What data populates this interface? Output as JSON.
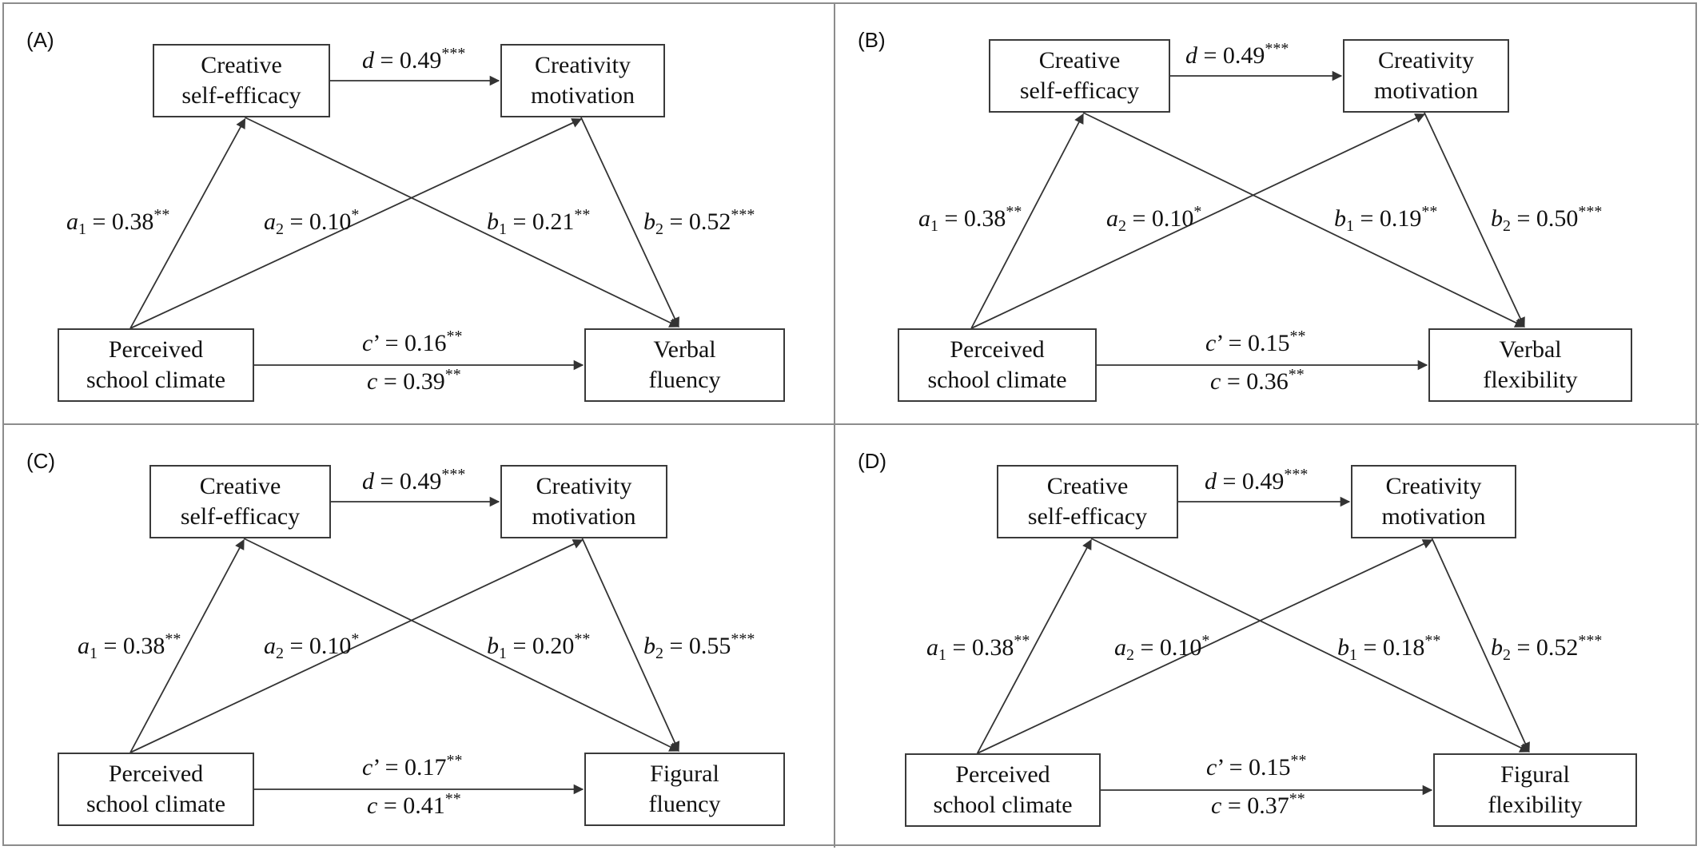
{
  "panels": [
    {
      "label": "(A)",
      "nodes": {
        "self_efficacy": [
          "Creative",
          "self-efficacy"
        ],
        "motivation": [
          "Creativity",
          "motivation"
        ],
        "climate": [
          "Perceived",
          "school climate"
        ],
        "outcome": [
          "Verbal",
          "fluency"
        ]
      },
      "paths": {
        "d": {
          "sym": "d",
          "sub": "",
          "eq": " = ",
          "value": "0.49",
          "stars": "***"
        },
        "a1": {
          "sym": "a",
          "sub": "1",
          "eq": " = ",
          "value": "0.38",
          "stars": "**"
        },
        "a2": {
          "sym": "a",
          "sub": "2",
          "eq": " = ",
          "value": "0.10",
          "stars": "*"
        },
        "b1": {
          "sym": "b",
          "sub": "1",
          "eq": " = ",
          "value": "0.21",
          "stars": "**"
        },
        "b2": {
          "sym": "b",
          "sub": "2",
          "eq": " = ",
          "value": "0.52",
          "stars": "***"
        },
        "cp": {
          "sym": "c",
          "sub": "",
          "eq": "’ = ",
          "value": "0.16",
          "stars": "**"
        },
        "c": {
          "sym": "c",
          "sub": "",
          "eq": " = ",
          "value": "0.39",
          "stars": "**"
        }
      }
    },
    {
      "label": "(B)",
      "nodes": {
        "self_efficacy": [
          "Creative",
          "self-efficacy"
        ],
        "motivation": [
          "Creativity",
          "motivation"
        ],
        "climate": [
          "Perceived",
          "school climate"
        ],
        "outcome": [
          "Verbal",
          "flexibility"
        ]
      },
      "paths": {
        "d": {
          "sym": "d",
          "sub": "",
          "eq": " = ",
          "value": "0.49",
          "stars": "***"
        },
        "a1": {
          "sym": "a",
          "sub": "1",
          "eq": " = ",
          "value": "0.38",
          "stars": "**"
        },
        "a2": {
          "sym": "a",
          "sub": "2",
          "eq": " = ",
          "value": "0.10",
          "stars": "*"
        },
        "b1": {
          "sym": "b",
          "sub": "1",
          "eq": " = ",
          "value": "0.19",
          "stars": "**"
        },
        "b2": {
          "sym": "b",
          "sub": "2",
          "eq": " = ",
          "value": "0.50",
          "stars": "***"
        },
        "cp": {
          "sym": "c",
          "sub": "",
          "eq": "’ = ",
          "value": "0.15",
          "stars": "**"
        },
        "c": {
          "sym": "c",
          "sub": "",
          "eq": " = ",
          "value": "0.36",
          "stars": "**"
        }
      }
    },
    {
      "label": "(C)",
      "nodes": {
        "self_efficacy": [
          "Creative",
          "self-efficacy"
        ],
        "motivation": [
          "Creativity",
          "motivation"
        ],
        "climate": [
          "Perceived",
          "school climate"
        ],
        "outcome": [
          "Figural",
          "fluency"
        ]
      },
      "paths": {
        "d": {
          "sym": "d",
          "sub": "",
          "eq": " = ",
          "value": "0.49",
          "stars": "***"
        },
        "a1": {
          "sym": "a",
          "sub": "1",
          "eq": " = ",
          "value": "0.38",
          "stars": "**"
        },
        "a2": {
          "sym": "a",
          "sub": "2",
          "eq": " = ",
          "value": "0.10",
          "stars": "*"
        },
        "b1": {
          "sym": "b",
          "sub": "1",
          "eq": " = ",
          "value": "0.20",
          "stars": "**"
        },
        "b2": {
          "sym": "b",
          "sub": "2",
          "eq": " = ",
          "value": "0.55",
          "stars": "***"
        },
        "cp": {
          "sym": "c",
          "sub": "",
          "eq": "’ = ",
          "value": "0.17",
          "stars": "**"
        },
        "c": {
          "sym": "c",
          "sub": "",
          "eq": " = ",
          "value": "0.41",
          "stars": "**"
        }
      }
    },
    {
      "label": "(D)",
      "nodes": {
        "self_efficacy": [
          "Creative",
          "self-efficacy"
        ],
        "motivation": [
          "Creativity",
          "motivation"
        ],
        "climate": [
          "Perceived",
          "school climate"
        ],
        "outcome": [
          "Figural",
          "flexibility"
        ]
      },
      "paths": {
        "d": {
          "sym": "d",
          "sub": "",
          "eq": " = ",
          "value": "0.49",
          "stars": "***"
        },
        "a1": {
          "sym": "a",
          "sub": "1",
          "eq": " = ",
          "value": "0.38",
          "stars": "**"
        },
        "a2": {
          "sym": "a",
          "sub": "2",
          "eq": " = ",
          "value": "0.10",
          "stars": "*"
        },
        "b1": {
          "sym": "b",
          "sub": "1",
          "eq": " = ",
          "value": "0.18",
          "stars": "**"
        },
        "b2": {
          "sym": "b",
          "sub": "2",
          "eq": " = ",
          "value": "0.52",
          "stars": "***"
        },
        "cp": {
          "sym": "c",
          "sub": "",
          "eq": "’ = ",
          "value": "0.15",
          "stars": "**"
        },
        "c": {
          "sym": "c",
          "sub": "",
          "eq": " = ",
          "value": "0.37",
          "stars": "**"
        }
      }
    }
  ]
}
